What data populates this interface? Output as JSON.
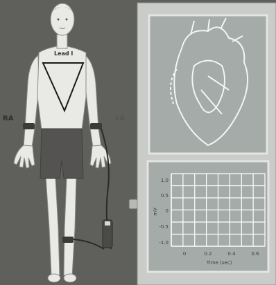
{
  "figure": {
    "lead_label": "Lead I",
    "left_arm_label": "RA",
    "right_arm_label": "LA"
  },
  "ecg_graph": {
    "y_ticks": [
      "1.0",
      "0.5",
      "0",
      "-0.5",
      "-1.0"
    ],
    "y_label": "mV",
    "x_ticks": [
      "0",
      "0.2",
      "0.4",
      "0.6"
    ],
    "x_label": "Time (sec)"
  },
  "colors": {
    "background": "#5f5f5b",
    "skin": "#e9e9e5",
    "shorts": "#545351",
    "panel": "#c9ccc9",
    "panel_inner": "#a5aba8",
    "grid": "#ffffff"
  }
}
